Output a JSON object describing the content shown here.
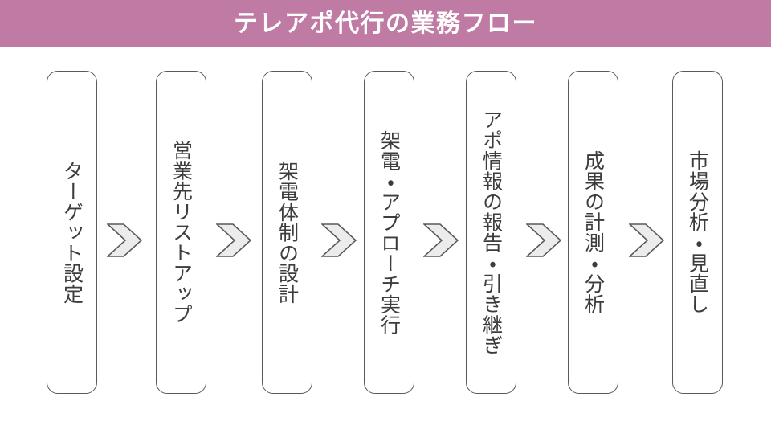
{
  "header": {
    "title": "テレアポ代行の業務フロー",
    "background_color": "#bf7ba4",
    "text_color": "#ffffff"
  },
  "diagram": {
    "type": "process-flow",
    "orientation": "horizontal-left-to-right",
    "text_direction": "vertical",
    "box_border_color": "#59595b",
    "box_fill_color": "#ffffff",
    "box_text_color": "#3c3c3e",
    "arrow_fill_color": "#ececec",
    "arrow_border_color": "#59595b",
    "step_count": 7,
    "connector_count": 6,
    "steps": [
      {
        "index": 1,
        "label": "ターゲット設定"
      },
      {
        "index": 2,
        "label": "営業先リストアップ"
      },
      {
        "index": 3,
        "label": "架電体制の設計"
      },
      {
        "index": 4,
        "label": "架電・アプローチ実行"
      },
      {
        "index": 5,
        "label": "アポ情報の報告・引き継ぎ"
      },
      {
        "index": 6,
        "label": "成果の計測・分析"
      },
      {
        "index": 7,
        "label": "市場分析・見直し"
      }
    ],
    "connectors": [
      {
        "index": 1,
        "icon": "chevron-right-arrow"
      },
      {
        "index": 2,
        "icon": "chevron-right-arrow"
      },
      {
        "index": 3,
        "icon": "chevron-right-arrow"
      },
      {
        "index": 4,
        "icon": "chevron-right-arrow"
      },
      {
        "index": 5,
        "icon": "chevron-right-arrow"
      },
      {
        "index": 6,
        "icon": "chevron-right-arrow"
      }
    ]
  }
}
